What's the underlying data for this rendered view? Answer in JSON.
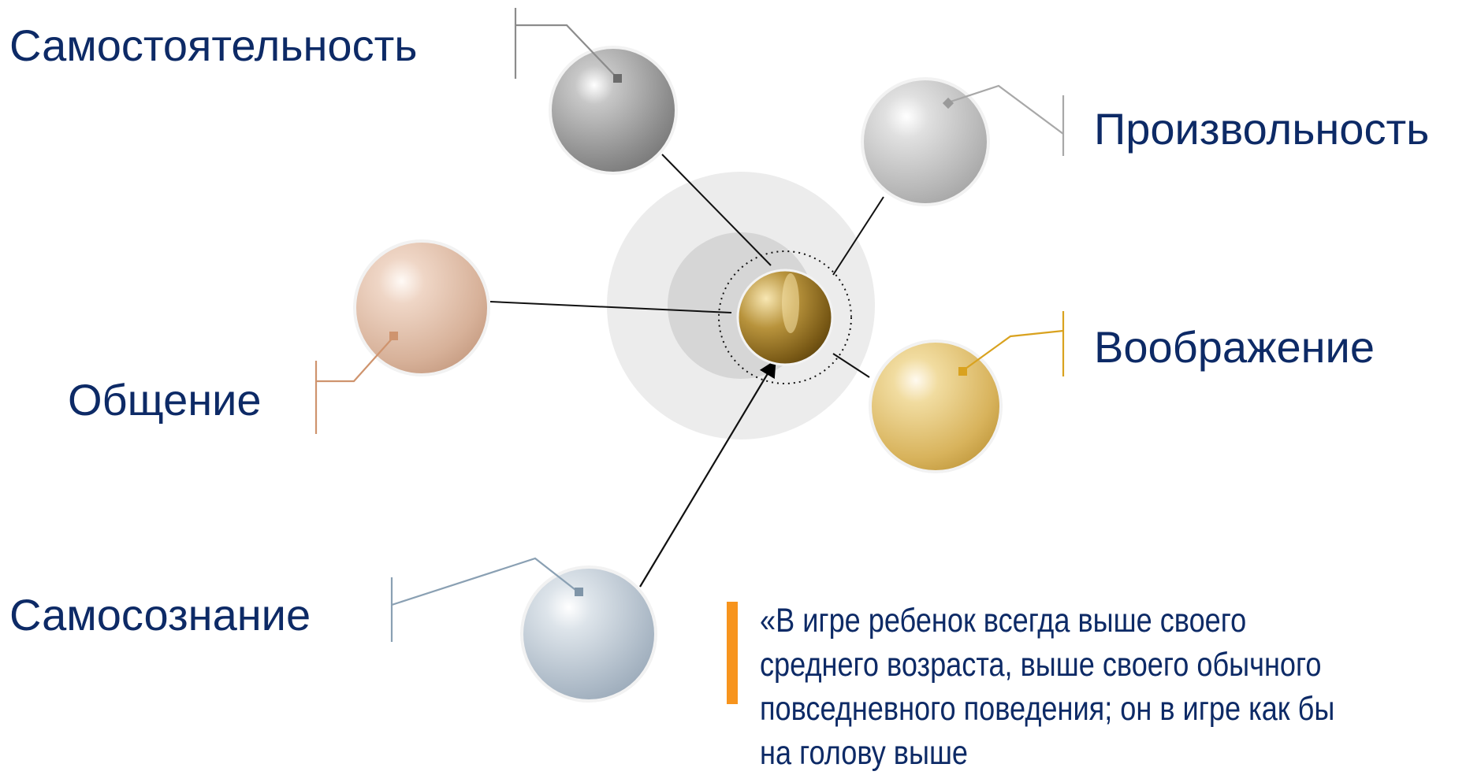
{
  "labels": {
    "independence": "Самостоятельность",
    "voluntariness": "Произвольность",
    "imagination": "Воображение",
    "communication": "Общение",
    "self_awareness": "Самосознание"
  },
  "quote": {
    "text": "«В игре ребенок всегда выше своего среднего возраста, выше своего обычного повседневного поведения; он в игре как бы на голову выше"
  },
  "colors": {
    "label_text": "#0d2a66",
    "quote_bar": "#f7941d",
    "independence_sphere": "#8a8a8a",
    "voluntariness_sphere": "#b5b5b5",
    "imagination_sphere": "#d8b560",
    "communication_sphere": "#d9b29a",
    "self_awareness_sphere": "#a9b7c4",
    "center_sphere": "#9a7b2e"
  }
}
